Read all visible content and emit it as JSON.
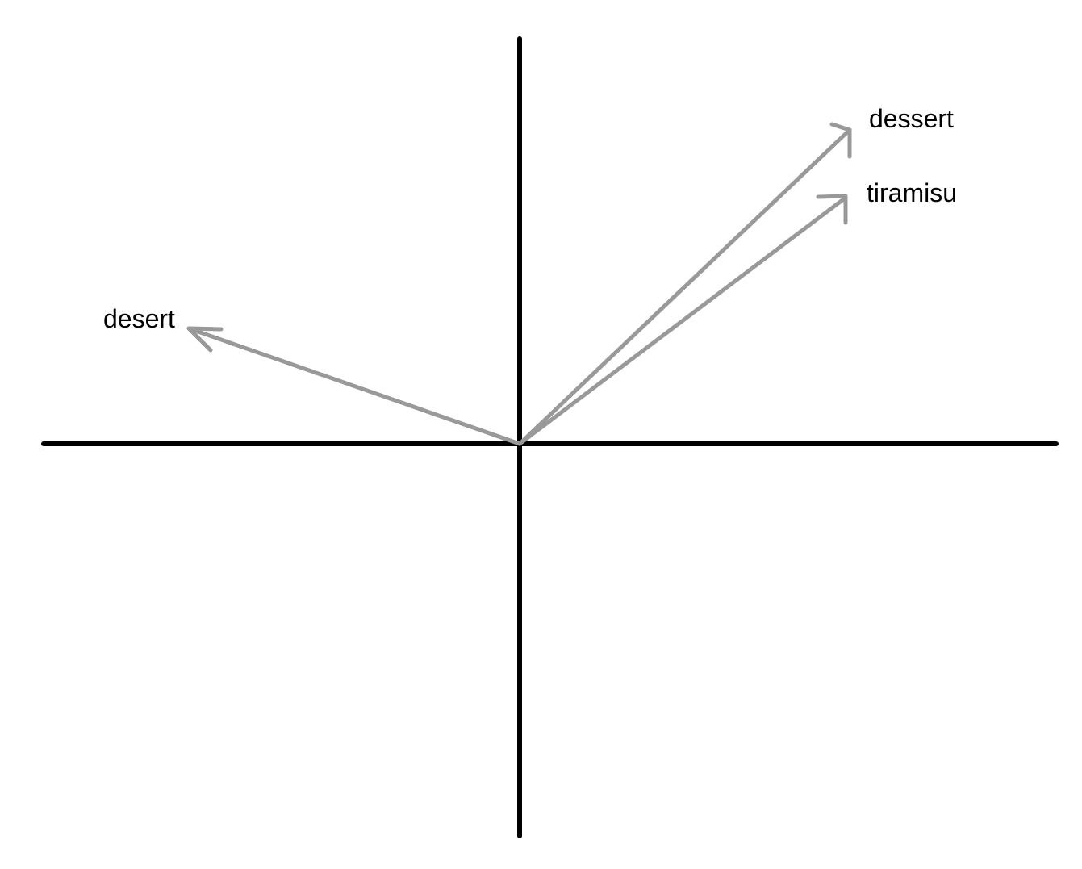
{
  "colors": {
    "axis": "#000000",
    "vector": "#999999",
    "label": "#000000",
    "background": "#ffffff"
  },
  "vectors": [
    {
      "label": "desert"
    },
    {
      "label": "dessert"
    },
    {
      "label": "tiramisu"
    }
  ]
}
